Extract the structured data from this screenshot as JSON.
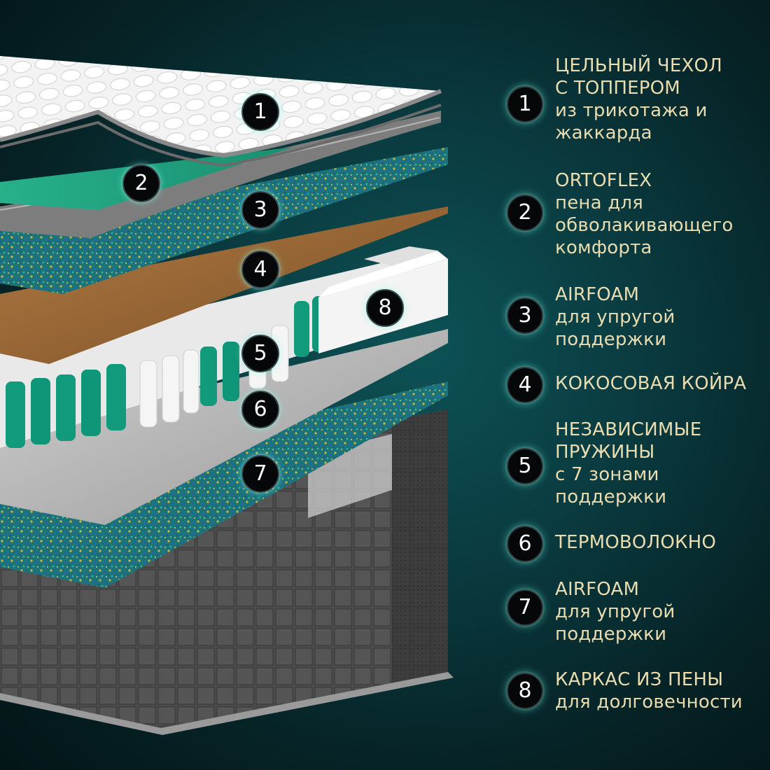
{
  "colors": {
    "legend_text": "#e8dcb0",
    "callout_bg": "#050708",
    "callout_glow": "#6ef0dc",
    "topper": "#f2f2f2",
    "piping": "#8a8a8a",
    "ortoflex": "#2fb08c",
    "airfoam": "#1d7a82",
    "coir": "#9c6a3a",
    "spring_green": "#0f9a7c",
    "spring_white": "#f0f0f0",
    "foam_frame": "#f4f4f4",
    "thermo": "#b9b9b9",
    "frame_cover": "#4a4a4a"
  },
  "callouts": [
    "1",
    "2",
    "3",
    "4",
    "5",
    "6",
    "7",
    "8"
  ],
  "legend": [
    {
      "number": "1",
      "title_lines": [
        "ЦЕЛЬНЫЙ ЧЕХОЛ",
        "С ТОППЕРОМ"
      ],
      "sub_lines": [
        "из трикотажа и",
        "жаккарда"
      ]
    },
    {
      "number": "2",
      "title_lines": [
        "ORTOFLEX"
      ],
      "sub_lines": [
        "пена для",
        "обволакивающего",
        "комфорта"
      ]
    },
    {
      "number": "3",
      "title_lines": [
        "AIRFOAM"
      ],
      "sub_lines": [
        "для упругой",
        "поддержки"
      ]
    },
    {
      "number": "4",
      "title_lines": [
        "КОКОСОВАЯ КОЙРА"
      ],
      "sub_lines": []
    },
    {
      "number": "5",
      "title_lines": [
        "НЕЗАВИСИМЫЕ",
        "ПРУЖИНЫ"
      ],
      "sub_lines": [
        "с 7 зонами",
        "поддержки"
      ]
    },
    {
      "number": "6",
      "title_lines": [
        "ТЕРМОВОЛОКНО"
      ],
      "sub_lines": []
    },
    {
      "number": "7",
      "title_lines": [
        "AIRFOAM"
      ],
      "sub_lines": [
        "для упругой",
        "поддержки"
      ]
    },
    {
      "number": "8",
      "title_lines": [
        "КАРКАС ИЗ ПЕНЫ"
      ],
      "sub_lines": [
        "для долговечности"
      ]
    }
  ]
}
